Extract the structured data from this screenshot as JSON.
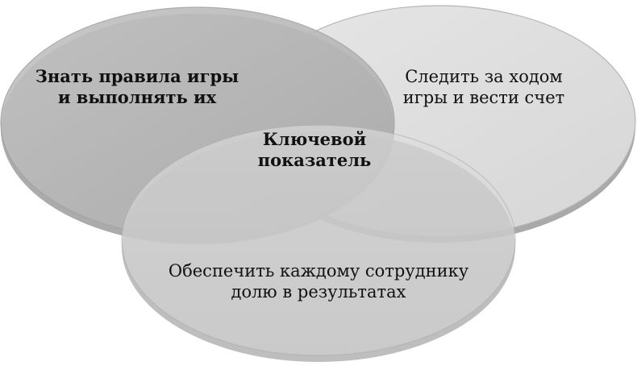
{
  "diagram": {
    "type": "venn",
    "circles": [
      {
        "id": "left",
        "label_lines": [
          "Знать правила игры",
          "и выполнять их"
        ],
        "bold": true,
        "fill": "#b9b9b9"
      },
      {
        "id": "right",
        "label_lines": [
          "Следить за ходом",
          "игры и вести счет"
        ],
        "bold": false,
        "fill": "#e0e0e0"
      },
      {
        "id": "bottom",
        "label_lines": [
          "Обеспечить каждому сотруднику",
          "долю в результатах"
        ],
        "bold": false,
        "fill": "#dcdcdc"
      }
    ],
    "center": {
      "label_lines": [
        "Ключевой",
        "показатель"
      ],
      "bold": true
    }
  }
}
